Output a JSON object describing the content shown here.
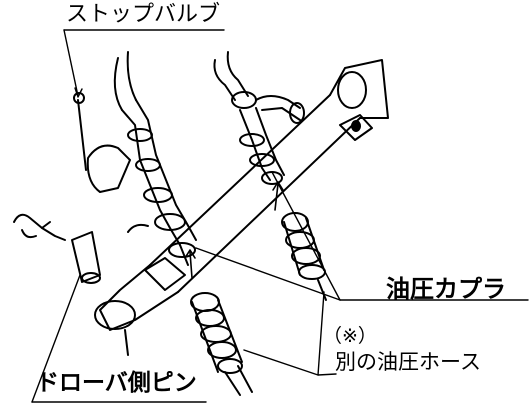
{
  "labels": {
    "stop_valve": "ストップバルブ",
    "hydraulic_coupler": "油圧カプラ",
    "note_mark": "（※）",
    "other_hose": "別の油圧ホース",
    "drawbar_pin": "ドローバ側ピン"
  }
}
